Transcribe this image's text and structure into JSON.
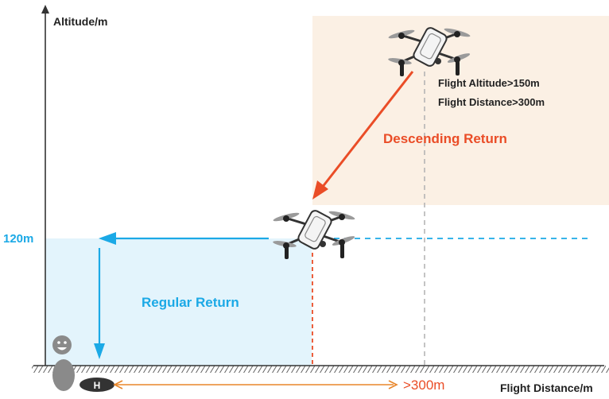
{
  "axes": {
    "y_label": "Altitude/m",
    "x_label": "Flight Distance/m"
  },
  "regular": {
    "label": "Regular Return",
    "altitude_mark": "120m"
  },
  "descending": {
    "label": "Descending Return",
    "condition_altitude": "Flight Altitude>150m",
    "condition_distance": "Flight Distance>300m"
  },
  "home": {
    "pad_letter": "H",
    "distance_label": ">300m"
  },
  "colors": {
    "regular_blue": "#1ba9e6",
    "regular_fill": "#e3f4fc",
    "descending_red": "#ea4d27",
    "descending_fill": "#fbf0e4",
    "distance_orange": "#e8862a",
    "axis": "#333333",
    "grey_dash": "#b5b5b5"
  },
  "icons": [
    "drone-icon",
    "person-icon",
    "home-pad-icon"
  ]
}
